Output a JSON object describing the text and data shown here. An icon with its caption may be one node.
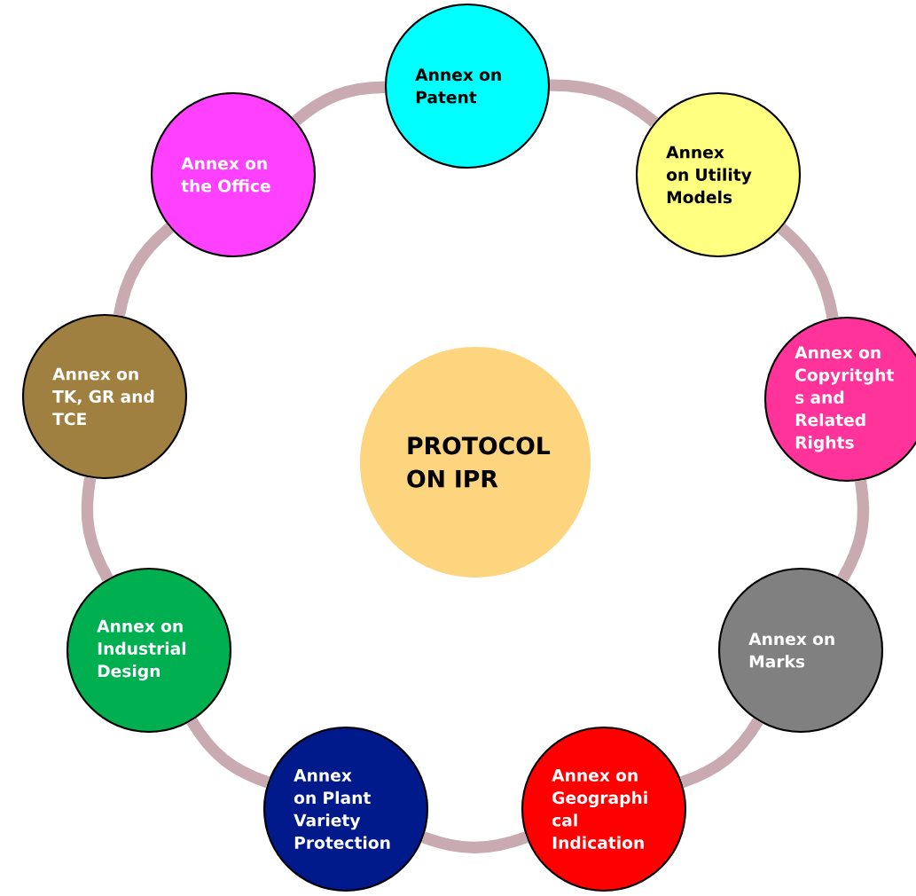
{
  "diagram": {
    "nodes": [
      {
        "text": [
          "PROTOCOL ON IPR"
        ]
      },
      {
        "text": [
          "Annex on Patent"
        ]
      },
      {
        "text": [
          "Annex on Utility Models"
        ]
      },
      {
        "text": [
          "Annex on Copyritght s and Related Rights"
        ]
      },
      {
        "text": [
          "Annex on Marks"
        ]
      },
      {
        "text": [
          "Annex on Geographi cal Indication"
        ]
      },
      {
        "text": [
          "Annex on Plant Variety Protection"
        ]
      },
      {
        "text": [
          "Annex on Industrial Design"
        ]
      },
      {
        "text": [
          "Annex on TK, GR and TCE"
        ]
      },
      {
        "text": [
          "Annex on the Office"
        ]
      }
    ],
    "edges": [
      {
        "from": 1,
        "to": 2,
        "arrow": "none"
      },
      {
        "from": 2,
        "to": 3,
        "arrow": "none"
      },
      {
        "from": 3,
        "to": 4,
        "arrow": "none"
      },
      {
        "from": 4,
        "to": 5,
        "arrow": "none"
      },
      {
        "from": 5,
        "to": 6,
        "arrow": "none"
      },
      {
        "from": 6,
        "to": 7,
        "arrow": "none"
      },
      {
        "from": 7,
        "to": 8,
        "arrow": "none"
      },
      {
        "from": 8,
        "to": 9,
        "arrow": "none"
      },
      {
        "from": 9,
        "to": 1,
        "arrow": "none"
      }
    ]
  }
}
